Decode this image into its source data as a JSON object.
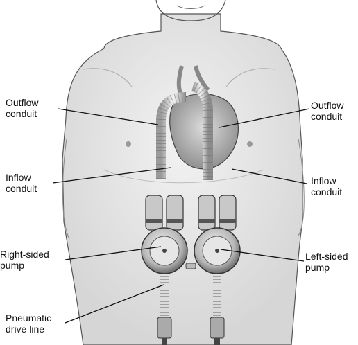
{
  "labels": {
    "outflow_left": [
      "Outflow",
      "conduit"
    ],
    "inflow_left": [
      "Inflow",
      "conduit"
    ],
    "right_pump": [
      "Right-sided",
      "pump"
    ],
    "drive_line": [
      "Pneumatic",
      "drive line"
    ],
    "outflow_right": [
      "Outflow",
      "conduit"
    ],
    "inflow_right": [
      "Inflow",
      "conduit"
    ],
    "left_pump": [
      "Left-sided",
      "pump"
    ]
  }
}
